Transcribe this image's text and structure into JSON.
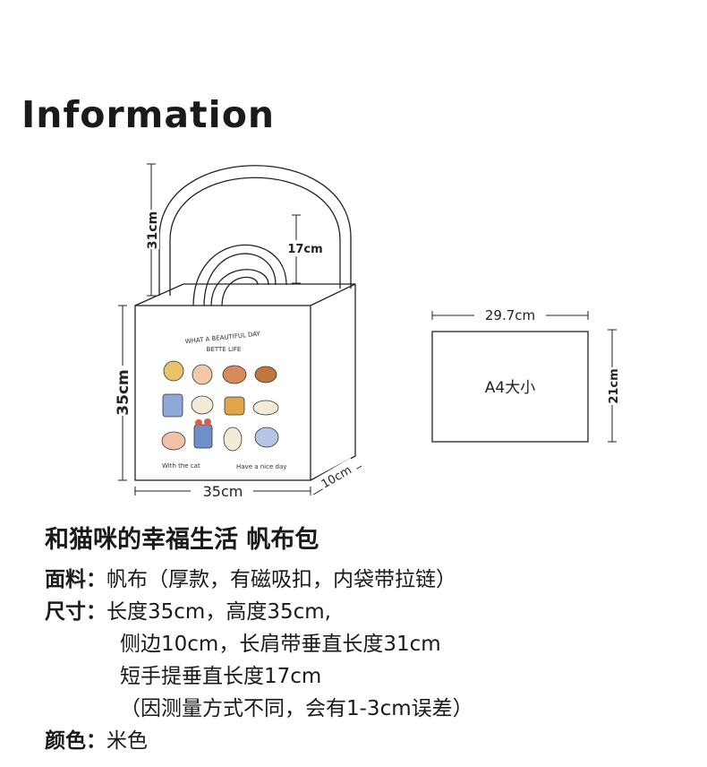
{
  "title": "Information",
  "dimensions": {
    "handle_long": "31cm",
    "handle_short": "17cm",
    "height": "35cm",
    "width": "35cm",
    "depth": "10cm",
    "a4_width": "29.7cm",
    "a4_height": "21cm",
    "a4_label": "A4大小"
  },
  "bag_print": {
    "top_line1": "WHAT A BEAUTIFUL DAY",
    "top_line2": "BETTE LIFE",
    "bottom_left": "With the cat",
    "bottom_right": "Have a nice day"
  },
  "product_name": "和猫咪的幸福生活 帆布包",
  "specs": {
    "material_key": "面料：",
    "material_val": "帆布（厚款，有磁吸扣，内袋带拉链）",
    "size_key": "尺寸：",
    "size_line1": "长度35cm，高度35cm,",
    "size_line2": "侧边10cm，长肩带垂直长度31cm",
    "size_line3": "短手提垂直长度17cm",
    "size_line4": "（因测量方式不同，会有1-3cm误差）",
    "color_key": "颜色：",
    "color_val": "米色"
  }
}
